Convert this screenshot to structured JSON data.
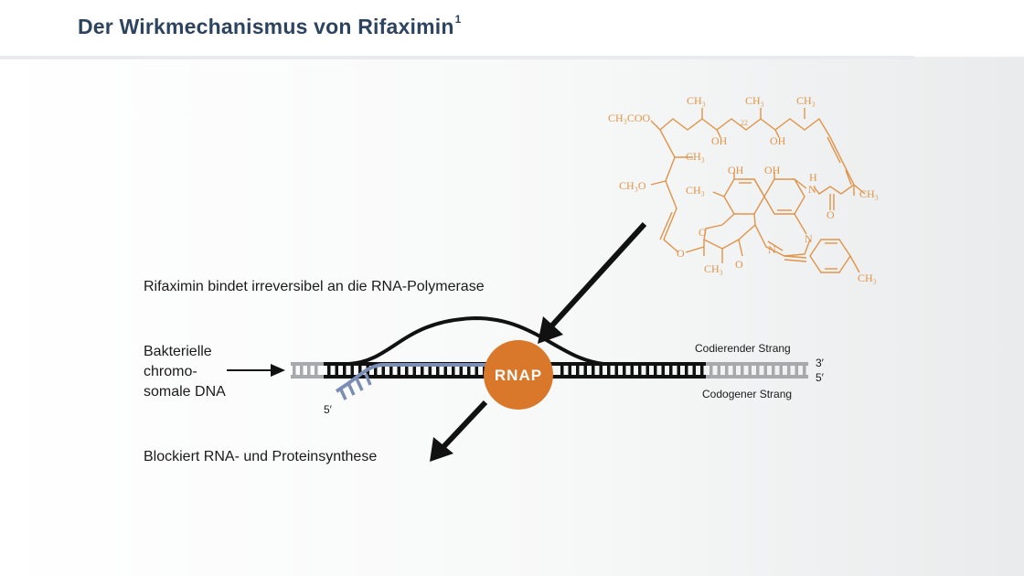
{
  "header": {
    "title": "Der Wirkmechanismus von Rifaximin",
    "footnote": "1"
  },
  "labels": {
    "binding": "Rifaximin bindet irreversibel an die RNA-Polymerase",
    "dna_line1": "Bakterielle",
    "dna_line2": "chromo-",
    "dna_line3": "somale DNA",
    "block": "Blockiert RNA- und Proteinsynthese",
    "coding": "Codierender Strang",
    "template": "Codogener Strang",
    "end3": "3′",
    "end5": "5′",
    "rna5": "5′",
    "rnap": "RNAP"
  },
  "molecule": {
    "name": "rifaximin-structure",
    "groups": {
      "ch3coo": "CH₃COO",
      "ch3o": "CH₃O",
      "ch3": "CH₃",
      "oh": "OH",
      "o": "O",
      "n": "N",
      "h": "H",
      "c22": "22"
    }
  },
  "colors": {
    "title": "#2d4461",
    "molecule": "#e0944a",
    "rnap": "#d9782b",
    "rna": "#7b8db5",
    "dna_core": "#111111",
    "dna_outer": "#a7a9ab"
  }
}
